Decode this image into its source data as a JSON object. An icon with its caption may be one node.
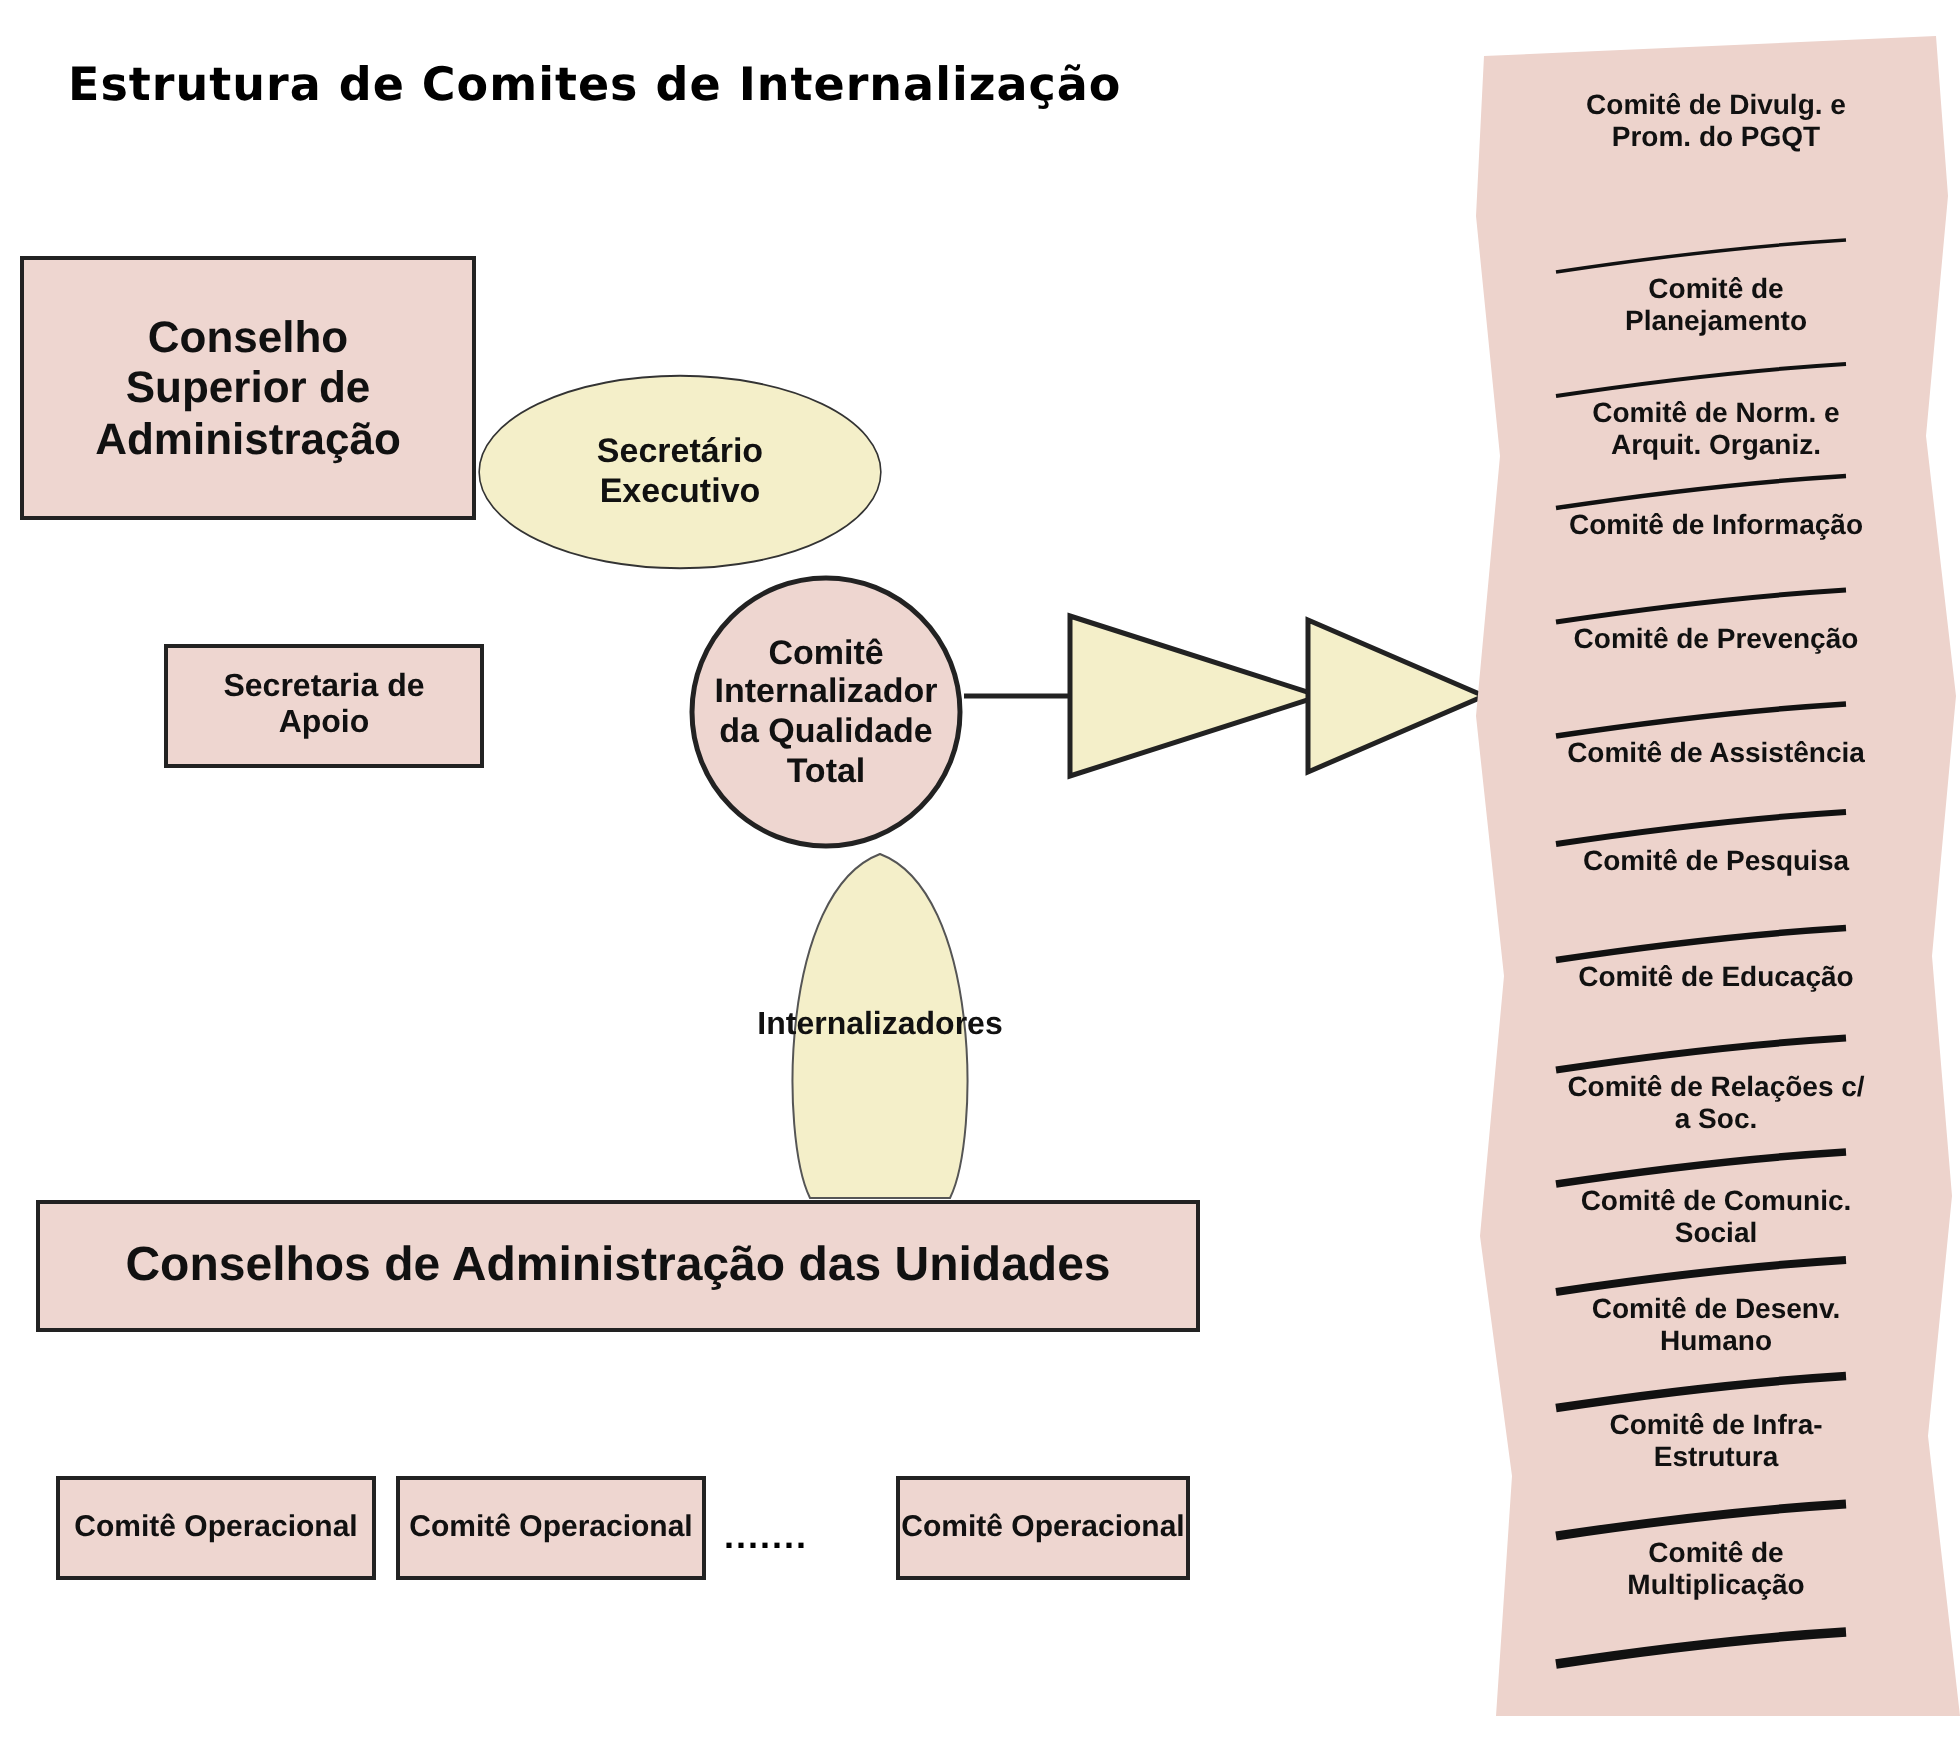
{
  "diagram": {
    "title": "Estrutura de Comites de Internalização",
    "nodes": [
      {
        "text": [
          "Conselho Superior de Administração"
        ]
      },
      {
        "text": [
          "Secretário Executivo"
        ]
      },
      {
        "text": [
          "Comitê Internalizador da Qualidade Total"
        ]
      },
      {
        "text": [
          "Secretaria de Apoio"
        ]
      },
      {
        "text": [
          "Internalizadores"
        ]
      },
      {
        "text": [
          "Conselhos de Administração das Unidades"
        ]
      },
      {
        "text": [
          "Comitê Operacional"
        ]
      },
      {
        "text": [
          "Comitê Operacional"
        ]
      },
      {
        "text": [
          "Comitê Operacional"
        ]
      },
      {
        "text": [
          "Comitê de Divulg. e Prom. do PGQT",
          "Comitê de Planejamento",
          "Comitê de Norm. e Arquit. Organiz.",
          "Comitê de Informação",
          "Comitê de Prevenção",
          "Comitê de Assistência",
          "Comitê de Pesquisa",
          "Comitê de Educação",
          "Comitê de Relações c/ a Soc.",
          "Comitê de Comunic. Social",
          "Comitê de Desenv. Humano",
          "Comitê de Infra-Estrutura",
          "Comitê de Multiplicação"
        ]
      }
    ],
    "edges": [
      {
        "from": 2,
        "to": 9,
        "arrow": "to"
      }
    ],
    "labels": [
      "......."
    ]
  }
}
